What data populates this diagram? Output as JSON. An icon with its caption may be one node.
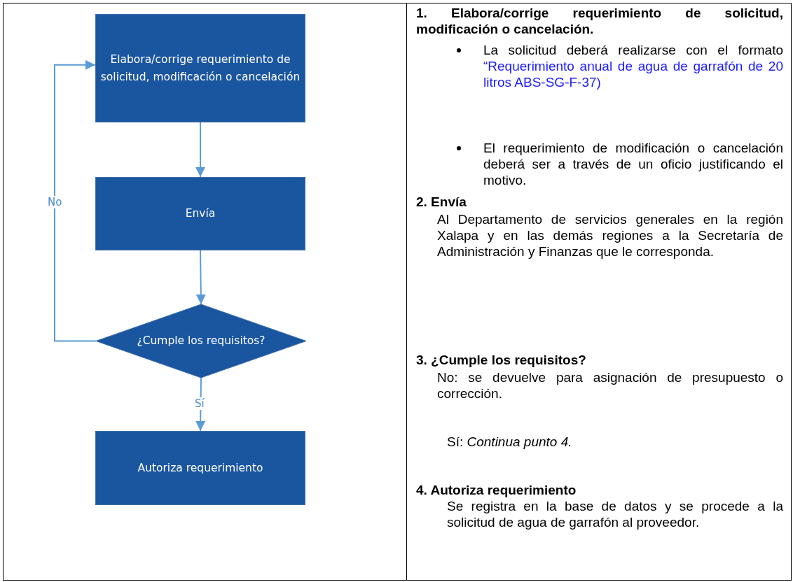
{
  "diagram": {
    "nodes": [
      {
        "text": [
          "Elabora/corrige requerimiento de solicitud, modificación o cancelación"
        ]
      },
      {
        "text": [
          "Envía"
        ]
      },
      {
        "text": [
          "¿Cumple los requisitos?"
        ]
      },
      {
        "text": [
          "Autoriza requerimiento"
        ]
      }
    ],
    "edges": [
      {
        "from": 0,
        "to": 1,
        "arrow": "to"
      },
      {
        "from": 1,
        "to": 2,
        "arrow": "to"
      },
      {
        "from": 2,
        "to": 0,
        "arrow": "to",
        "label": "No"
      },
      {
        "from": 2,
        "to": 3,
        "arrow": "to",
        "label": "Sí"
      }
    ],
    "labels": [
      "1. Elabora/corrige requerimiento de solicitud, modificación o cancelación.",
      "La solicitud deberá realizarse con el formato",
      "“Requerimiento anual de agua de garrafón de 20 litros ABS-SG-F-37)",
      "El requerimiento de modificación o cancelación deberá ser a través de un oficio justificando el motivo.",
      "2. Envía",
      "Al Departamento de servicios generales en la región Xalapa y en las demás regiones a la Secretaría de Administración y Finanzas que le corresponda.",
      "3. ¿Cumple los requisitos?",
      "No: se devuelve para asignación de presupuesto o corrección.",
      "Sí: *Continua punto 4.*",
      "4. Autoriza requerimiento",
      "Se registra en la base de datos y se procede a la solicitud de agua de garrafón al proveedor."
    ]
  }
}
